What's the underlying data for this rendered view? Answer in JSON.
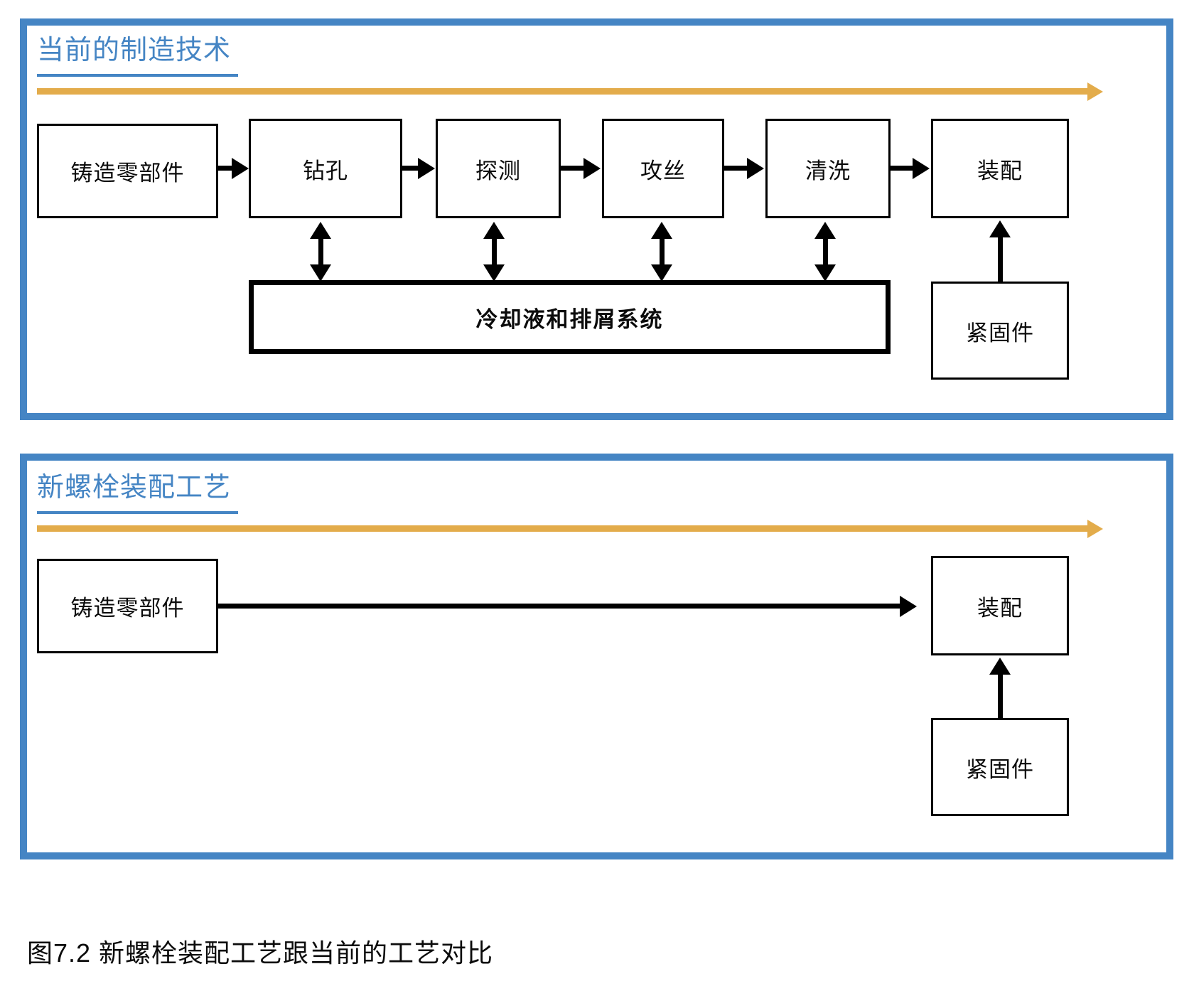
{
  "figure": {
    "caption": "图7.2  新螺栓装配工艺跟当前的工艺对比",
    "colors": {
      "panel_border": "#4585C4",
      "title_text": "#4585C4",
      "title_underline": "#4585C4",
      "flow_arrow": "#E3AC4B",
      "box_border": "#000000",
      "box_fill": "#FFFFFF",
      "connector": "#000000",
      "background": "#FFFFFF"
    }
  },
  "panels": [
    {
      "id": "current",
      "title": "当前的制造技术",
      "flow_steps": [
        {
          "label": "铸造零部件"
        },
        {
          "label": "钻孔"
        },
        {
          "label": "探测"
        },
        {
          "label": "攻丝"
        },
        {
          "label": "清洗"
        },
        {
          "label": "装配"
        }
      ],
      "support_bar": {
        "label": "冷却液和排屑系统"
      },
      "side_box": {
        "label": "紧固件"
      }
    },
    {
      "id": "new",
      "title": "新螺栓装配工艺",
      "flow_steps": [
        {
          "label": "铸造零部件"
        },
        {
          "label": "装配"
        }
      ],
      "side_box": {
        "label": "紧固件"
      }
    }
  ]
}
